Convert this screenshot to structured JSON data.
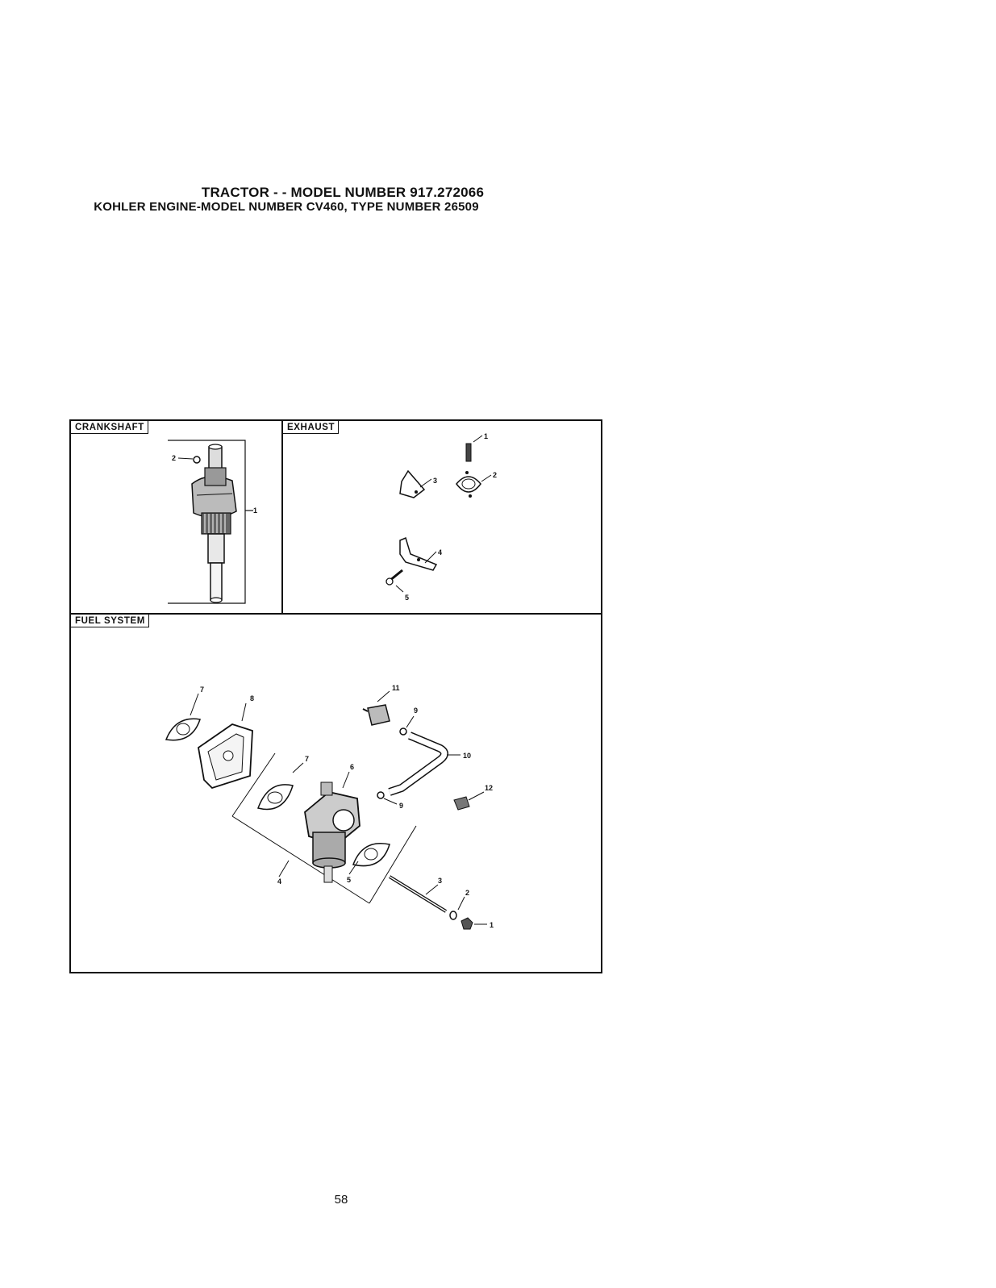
{
  "header": {
    "line1": "TRACTOR - - MODEL NUMBER 917.272066",
    "line2": "KOHLER ENGINE-MODEL NUMBER CV460, TYPE NUMBER 26509"
  },
  "sections": {
    "crankshaft": {
      "label": "CRANKSHAFT",
      "callouts": [
        "1",
        "2"
      ]
    },
    "exhaust": {
      "label": "EXHAUST",
      "callouts": [
        "1",
        "2",
        "3",
        "4",
        "5"
      ]
    },
    "fuel_system": {
      "label": "FUEL SYSTEM",
      "callouts": [
        "7",
        "8",
        "11",
        "9",
        "10",
        "7",
        "6",
        "12",
        "9",
        "4",
        "5",
        "3",
        "2",
        "1"
      ]
    }
  },
  "page_number": "58"
}
